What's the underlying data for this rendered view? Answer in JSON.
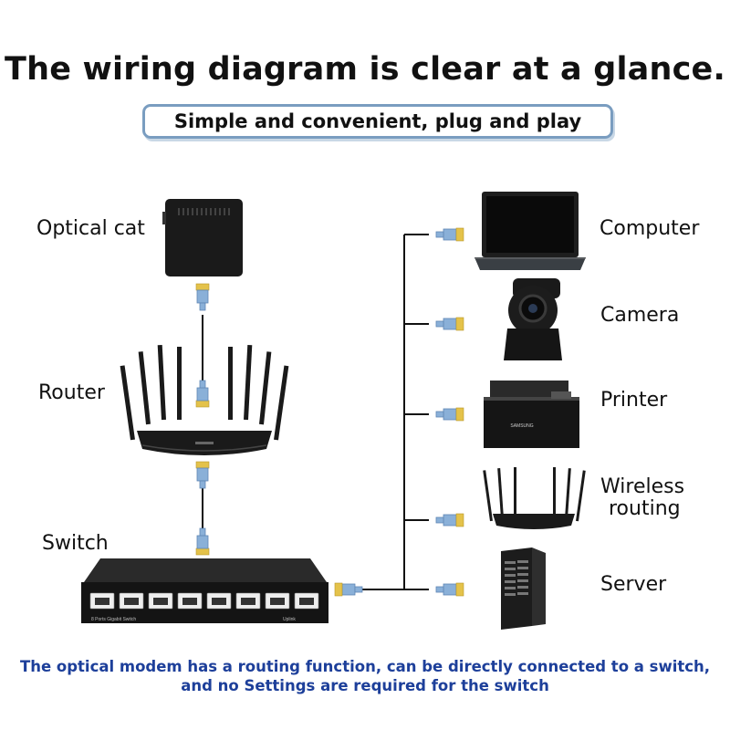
{
  "header": {
    "title": "The wiring diagram is clear at a glance.",
    "subtitle": "Simple and convenient, plug and play"
  },
  "left_devices": {
    "optical_cat": "Optical cat",
    "router": "Router",
    "switch": "Switch"
  },
  "right_devices": {
    "computer": "Computer",
    "camera": "Camera",
    "printer": "Printer",
    "wireless_routing": [
      "Wireless",
      "routing"
    ],
    "server": "Server"
  },
  "device_prints": {
    "switch_model": "8 Ports Gigabit Switch",
    "uplink": "Uplink",
    "printer_brand": "SAMSUNG"
  },
  "footer": {
    "line1": "The optical modem has a routing function, can be directly connected to a switch,",
    "line2": "and no Settings are required for the switch"
  },
  "colors": {
    "cable_blue": "#8ab0d8",
    "connector_gold": "#e4c24a",
    "device_black": "#1a1a1a",
    "footer_blue": "#1d3f9a",
    "box_border": "#7a9dc0"
  }
}
